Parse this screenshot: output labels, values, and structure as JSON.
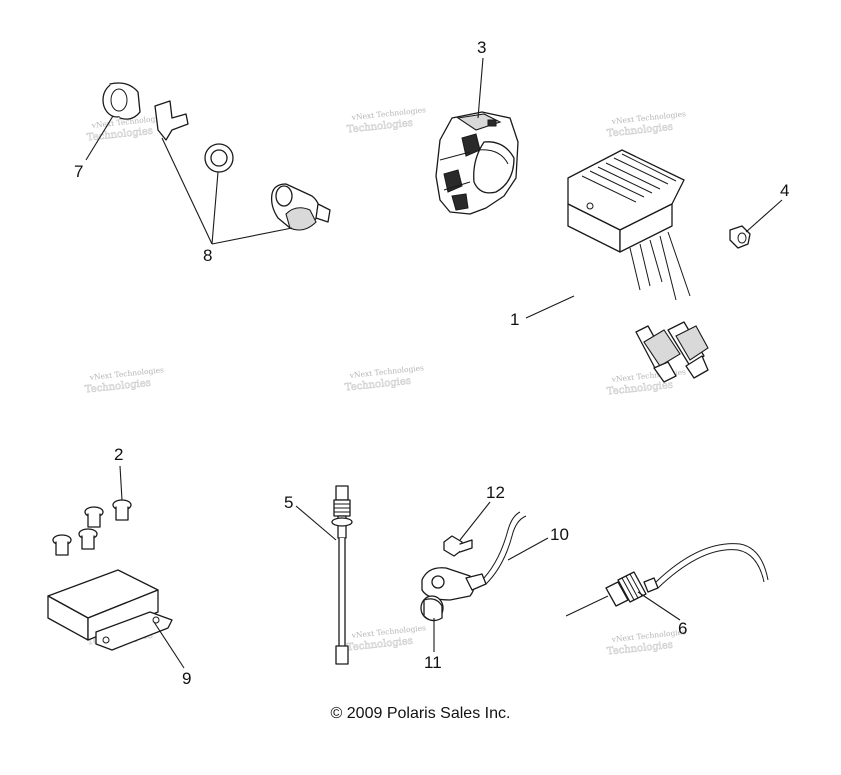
{
  "callouts": {
    "c1": "1",
    "c2": "2",
    "c3": "3",
    "c4": "4",
    "c5": "5",
    "c6": "6",
    "c7": "7",
    "c8": "8",
    "c9": "9",
    "c10": "10",
    "c11": "11",
    "c12": "12"
  },
  "watermark": {
    "line1": "vNext Technologies",
    "line2": "Technologies"
  },
  "footer": {
    "copyright": "© 2009 Polaris Sales Inc."
  }
}
